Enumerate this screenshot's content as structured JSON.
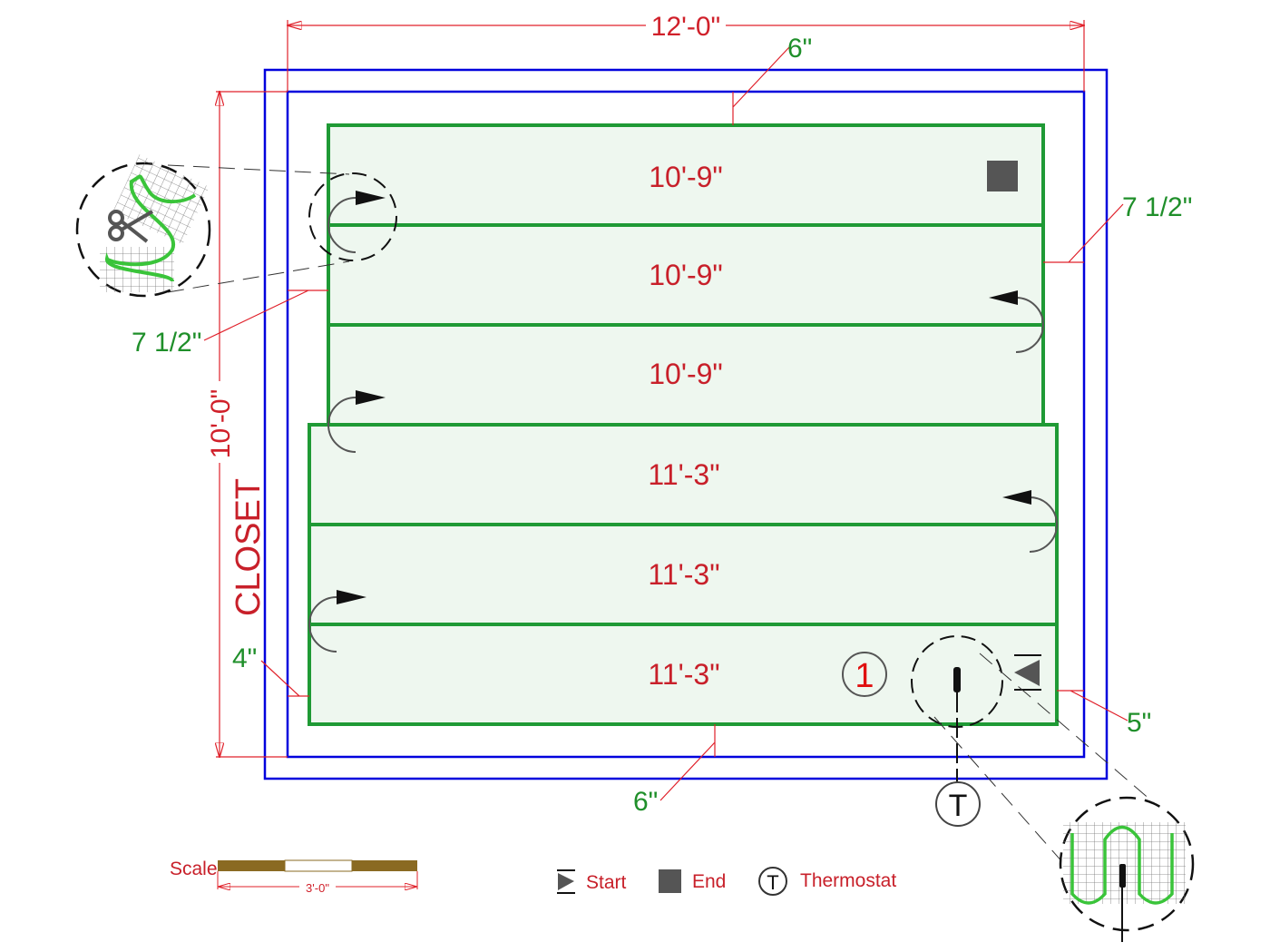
{
  "dimensions": {
    "width": "12'-0\"",
    "height": "10'-0\"",
    "top_offset": "6\"",
    "bottom_offset": "6\"",
    "right_offset": "7 1/2\"",
    "left_offset": "7 1/2\"",
    "left_lower_offset": "4\"",
    "right_lower_offset": "5\""
  },
  "room": {
    "closet_label": "CLOSET"
  },
  "strips": [
    {
      "length": "10'-9\""
    },
    {
      "length": "10'-9\""
    },
    {
      "length": "10'-9\""
    },
    {
      "length": "11'-3\""
    },
    {
      "length": "11'-3\""
    },
    {
      "length": "11'-3\""
    }
  ],
  "mat_number": "1",
  "thermostat_symbol": "T",
  "scale": {
    "label": "Scale",
    "length": "3'-0\""
  },
  "legend": {
    "start": "Start",
    "end": "End",
    "thermostat": "Thermostat",
    "thermostat_symbol": "T"
  },
  "colors": {
    "wall": "#0000dd",
    "mat": "#1f9a35",
    "mat_fill": "#eef7ef",
    "dimension": "#e0202a",
    "dim_text": "#1f8f2a"
  }
}
